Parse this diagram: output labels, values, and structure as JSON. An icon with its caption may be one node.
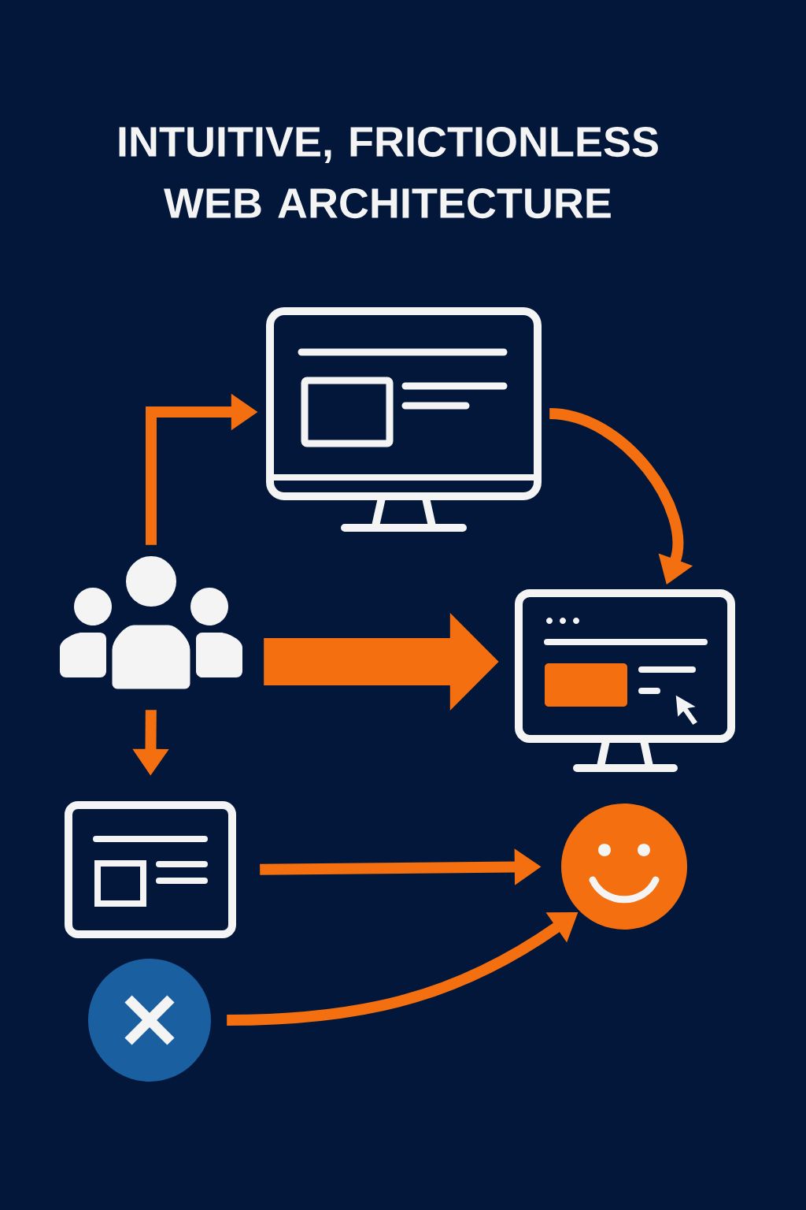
{
  "diagram": {
    "title": "INTUITIVE, FRICTIONLESS WEB ARCHITECTURE",
    "nodes": [
      {
        "text": [],
        "shape": "person"
      },
      {
        "text": [],
        "shape": "monitor"
      },
      {
        "text": [],
        "shape": "monitor"
      },
      {
        "text": [],
        "shape": "window"
      },
      {
        "text": [],
        "shape": "circle"
      },
      {
        "text": [],
        "shape": "circle"
      }
    ],
    "edges": [
      {
        "from": 0,
        "to": 1,
        "arrow": "to"
      },
      {
        "from": 1,
        "to": 2,
        "arrow": "to"
      },
      {
        "from": 0,
        "to": 2,
        "arrow": "to",
        "style": "thick"
      },
      {
        "from": 0,
        "to": 3,
        "arrow": "to"
      },
      {
        "from": 3,
        "to": 5,
        "arrow": "to"
      },
      {
        "from": 4,
        "to": 5,
        "arrow": "to"
      }
    ]
  }
}
